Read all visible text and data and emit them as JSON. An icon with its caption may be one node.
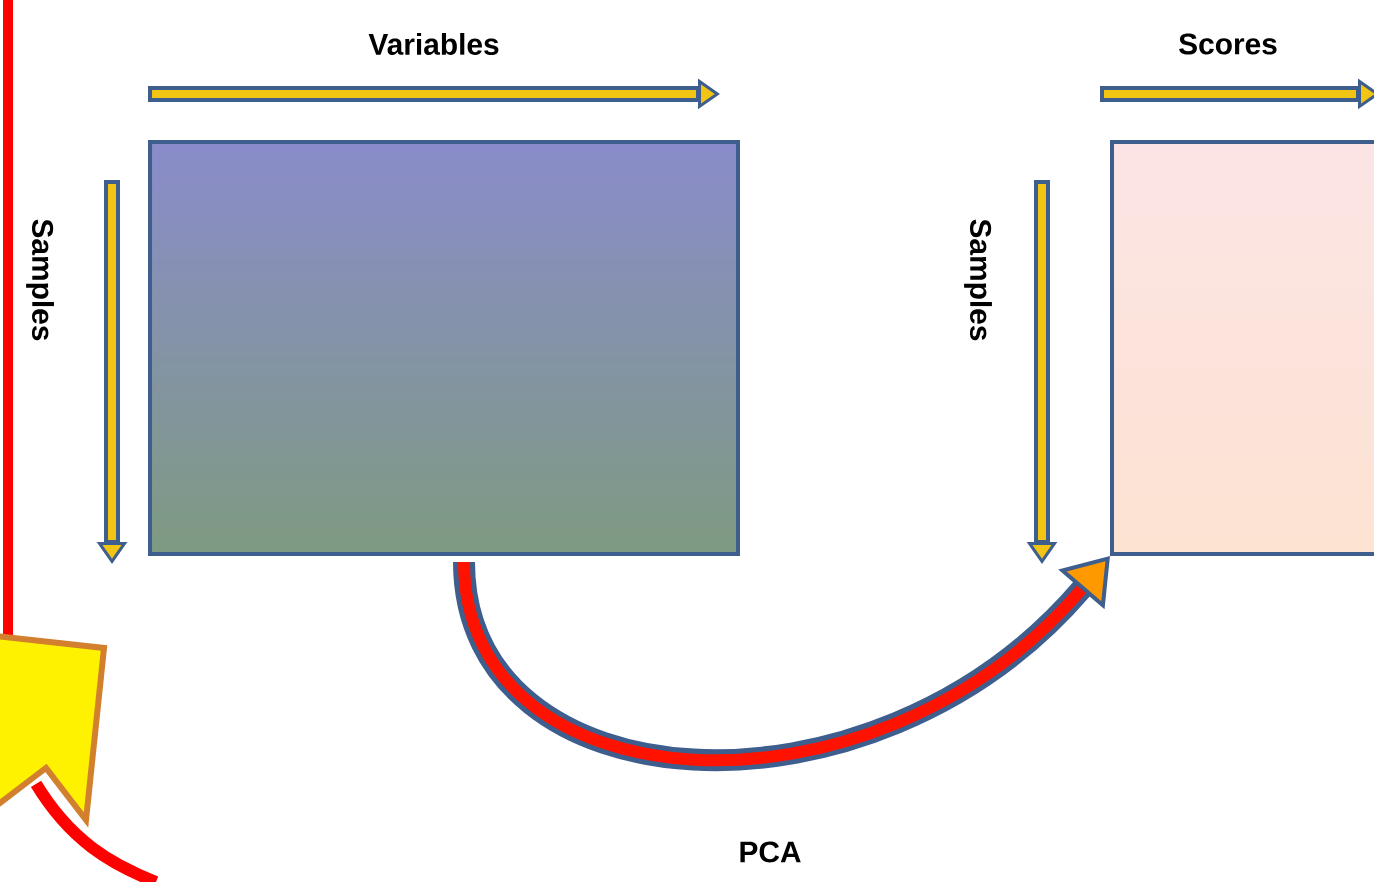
{
  "diagram": {
    "nodes": [
      {
        "text": [],
        "shape": "box"
      },
      {
        "text": [],
        "shape": "box"
      }
    ],
    "edges": [
      {
        "from": 0,
        "to": 1,
        "arrow": "to",
        "label": "PCA"
      }
    ],
    "labels": [
      "Variables",
      "Samples",
      "Scores",
      "Samples"
    ]
  }
}
